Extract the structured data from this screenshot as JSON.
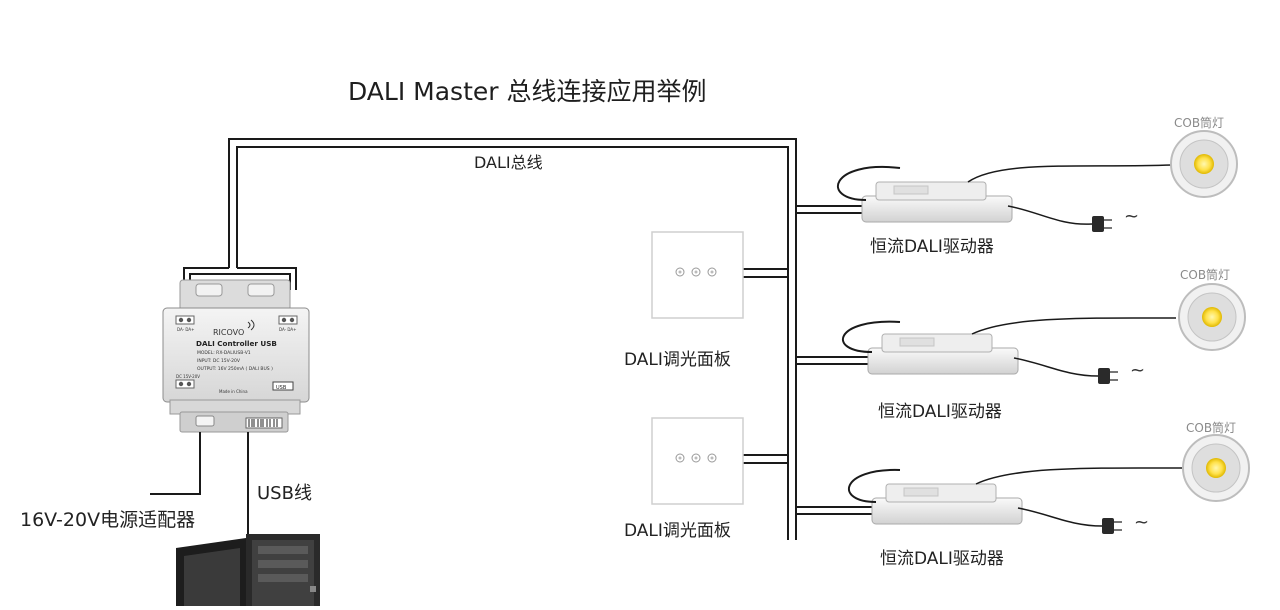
{
  "title": "DALI Master 总线连接应用举例",
  "bus_label": "DALI总线",
  "controller": {
    "brand": "RICOVO",
    "name": "DALI Controller USB",
    "model": "MODEL: RX-DALIUSB-V1",
    "input": "INPUT: DC 15V-20V",
    "output": "OUTPUT: 16V 250mA ( DALI BUS )",
    "dc_label": "DC 15V-20V",
    "origin": "Made in China",
    "usb_tag": "USB",
    "terminal_left": "DA- DA+",
    "terminal_right": "DA- DA+"
  },
  "panels": [
    {
      "label": "DALI调光面板"
    },
    {
      "label": "DALI调光面板"
    }
  ],
  "drivers": [
    {
      "label": "恒流DALI驱动器"
    },
    {
      "label": "恒流DALI驱动器"
    },
    {
      "label": "恒流DALI驱动器"
    }
  ],
  "lamps": [
    {
      "label": "COB筒灯"
    },
    {
      "label": "COB筒灯"
    },
    {
      "label": "COB筒灯"
    }
  ],
  "ac_symbol": "~",
  "power_adapter_label": "16V-20V电源适配器",
  "usb_cable_label": "USB线",
  "colors": {
    "wire": "#1a1a1a",
    "lamp_yellow": "#ffe45a",
    "device_body": "#e6e6e6"
  }
}
